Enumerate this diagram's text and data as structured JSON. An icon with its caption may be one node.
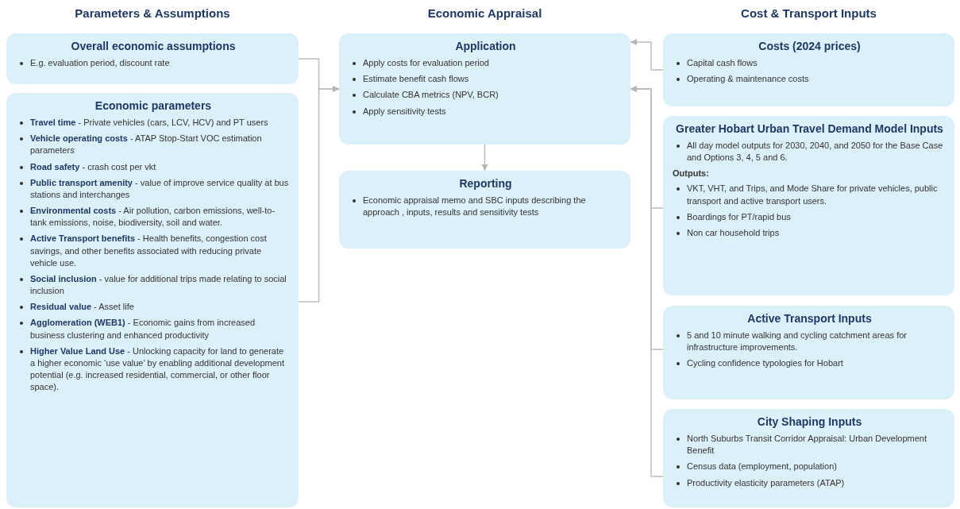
{
  "diagram": {
    "nodes": [
      {
        "text": [
          "Overall economic assumptions",
          "E.g. evaluation period, discount rate"
        ]
      },
      {
        "text": [
          "Economic parameters",
          "**Travel time** - Private vehicles (cars, LCV, HCV) and PT users",
          "**Vehicle operating costs** - ATAP Stop-Start VOC estimation parameters",
          "**Road safety** - crash cost per vkt",
          "**Public transport amenity** - value of improve service quality at bus stations and interchanges",
          "**Environmental costs** - Air pollution, carbon emissions, well-to-tank emissions, noise, biodiversity, soil and water.",
          "**Active Transport benefits** - Health benefits, congestion cost savings, and other benefits associated with reducing private vehicle use.",
          "**Social inclusion** - value for additional trips made relating to social inclusion",
          "**Residual value** - Asset life",
          "**Agglomeration (WEB1)** - Economic gains from increased business clustering and enhanced productivity",
          "**Higher Value Land Use** - Unlocking capacity for land to generate a higher economic ‘use value’ by enabling additional development potential (e.g. increased residential, commercial, or other floor space)."
        ]
      },
      {
        "text": [
          "Application",
          "Apply costs for evaluation period",
          "Estimate benefit cash flows",
          "Calculate CBA metrics (NPV, BCR)",
          "Apply sensitivity tests"
        ]
      },
      {
        "text": [
          "Reporting",
          "Economic appraisal memo and SBC inputs describing the approach , inputs, results and sensitivity tests"
        ]
      },
      {
        "text": [
          "Costs (2024 prices)",
          "Capital cash flows",
          "Operating & maintenance costs"
        ]
      },
      {
        "text": [
          "Greater Hobart Urban Travel Demand Model Inputs",
          "All day model outputs for 2030, 2040, and 2050 for the Base Case and Options 3, 4, 5 and 6.",
          "Outputs:",
          "VKT, VHT, and Trips, and Mode Share for private vehicles, public transport and active transport users.",
          "Boardings for PT/rapid bus",
          "Non car household trips"
        ]
      },
      {
        "text": [
          "Active Transport Inputs",
          "5 and 10 minute walking and cycling catchment areas for infrastructure improvements.",
          "Cycling confidence typologies for Hobart"
        ]
      },
      {
        "text": [
          "City Shaping Inputs",
          "North Suburbs Transit Corridor Appraisal: Urban Development Benefit",
          "Census data (employment, population)",
          "Productivity elasticity parameters (ATAP)"
        ]
      }
    ],
    "edges": [
      {
        "from": 0,
        "to": 2,
        "arrow": "to"
      },
      {
        "from": 1,
        "to": 2,
        "arrow": "to"
      },
      {
        "from": 2,
        "to": 3,
        "arrow": "to"
      },
      {
        "from": 4,
        "to": 2,
        "arrow": "to"
      },
      {
        "from": 5,
        "to": 2,
        "arrow": "to"
      },
      {
        "from": 6,
        "to": 2,
        "arrow": "to"
      },
      {
        "from": 7,
        "to": 2,
        "arrow": "to"
      }
    ],
    "labels": [
      "Parameters & Assumptions",
      "Economic Appraisal",
      "Cost & Transport Inputs"
    ]
  }
}
